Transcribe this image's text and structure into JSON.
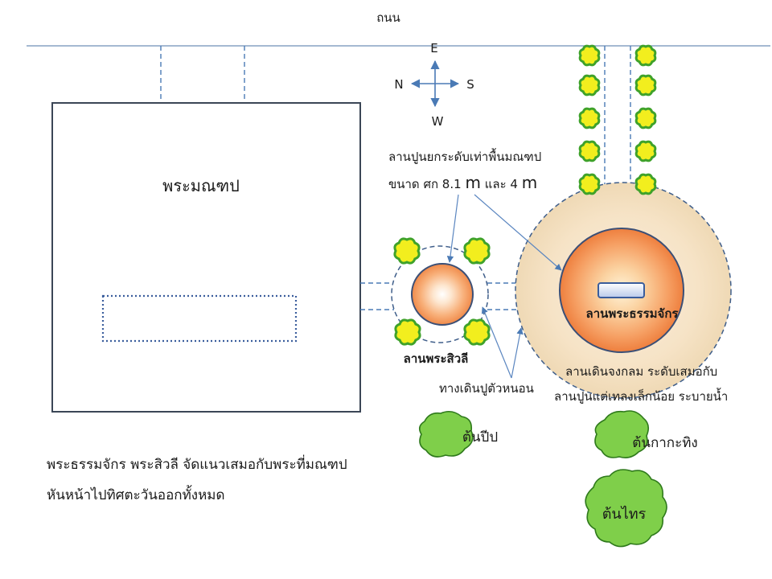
{
  "road_label": "ถนน",
  "compass": {
    "north": "N",
    "south": "S",
    "east": "E",
    "west": "W"
  },
  "buildings": {
    "mandapa_label": "พระมณฑป"
  },
  "annotations": {
    "platform_note_line1": "ลานปูนยกระดับเท่าพื้นมณฑป",
    "platform_note_line2_prefix": "ขนาด ศก 8.1",
    "unit_m": "m",
    "platform_note_line2_and": "และ 4",
    "walkway_label": "ทางเดินปูตัวหนอน",
    "circle_walk_line1": "ลานเดินจงกลม ระดับเสมอกับ",
    "circle_walk_line2": "ลานปูนแต่เทลงเล็กน้อย ระบายน้ำ"
  },
  "courtyards": {
    "sivali_label": "ลานพระสิวลี",
    "dharmachakra_label": "ลานพระธรรมจักร"
  },
  "trees": {
    "pip_label": "ต้นปีป",
    "krathing_label": "ต้นกากะทิง",
    "sai_label": "ต้นไทร"
  },
  "note": {
    "line1": "พระธรรมจักร พระสิวลี จัดแนวเสมอกับพระที่มณฑป",
    "line2": "หันหน้าไปทิศตะวันออกทั้งหมด"
  },
  "colors": {
    "line_blue": "#4a7ab5",
    "shrub_fill": "#f2ee1e",
    "shrub_edge": "#3fa22a",
    "tree_fill": "#7fcf4a",
    "tree_edge": "#2f7a1c"
  }
}
